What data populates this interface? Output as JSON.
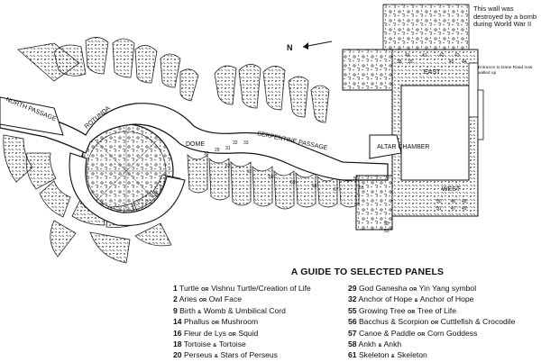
{
  "map": {
    "compass_label": "N",
    "wall_note": "This wall was destroyed by a bomb during World War II",
    "entrance_note": "Entrance to Dane Road now walled up",
    "areas": {
      "north_passage": "NORTH PASSAGE",
      "rotunda": "ROTUNDA",
      "dome": "DOME",
      "serpentine_passage": "SERPENTINE PASSAGE",
      "altar_chamber": "ALTAR CHAMBER",
      "east": "EAST",
      "west": "WEST"
    },
    "panel_numbers": {
      "n40": "40",
      "n41": "41",
      "n42": "42",
      "n43": "43",
      "n44": "44",
      "n38": "38",
      "n39": "39",
      "n45": "45",
      "n29": "29",
      "n30": "30",
      "n31": "31",
      "n32": "32",
      "n33": "33",
      "n50": "50",
      "n51": "51",
      "n52": "52",
      "n53": "53",
      "n56": "56",
      "n55": "55",
      "n57": "57",
      "n58": "58",
      "n59": "59",
      "n60": "60",
      "n61": "61",
      "n62": "62",
      "n46": "46",
      "n47": "47",
      "n48": "48",
      "n49": "49"
    }
  },
  "guide": {
    "title": "A GUIDE TO SELECTED PANELS",
    "left": [
      {
        "num": "1",
        "a": "Turtle",
        "sep": "OR",
        "b": "Vishnu Turtle/Creation of Life"
      },
      {
        "num": "2",
        "a": "Aries",
        "sep": "OR",
        "b": "Owl Face"
      },
      {
        "num": "9",
        "a": "Birth",
        "sep": "&",
        "b": "Womb & Umbilical Cord"
      },
      {
        "num": "14",
        "a": "Phallus",
        "sep": "OR",
        "b": "Mushroom"
      },
      {
        "num": "16",
        "a": "Fleur de Lys",
        "sep": "OR",
        "b": "Squid"
      },
      {
        "num": "18",
        "a": "Tortoise",
        "sep": "&",
        "b": "Tortoise"
      },
      {
        "num": "20",
        "a": "Perseus",
        "sep": "&",
        "b": "Stars of Perseus"
      }
    ],
    "right": [
      {
        "num": "29",
        "a": "God Ganesha",
        "sep": "OR",
        "b": "Yin Yang symbol"
      },
      {
        "num": "32",
        "a": "Anchor of Hope",
        "sep": "&",
        "b": "Anchor of Hope"
      },
      {
        "num": "55",
        "a": "Growing Tree",
        "sep": "OR",
        "b": "Tree of Life"
      },
      {
        "num": "56",
        "a": "Bacchus & Scorpion",
        "sep": "OR",
        "b": "Cuttlefish & Crocodile"
      },
      {
        "num": "57",
        "a": "Canoe & Paddle",
        "sep": "OR",
        "b": "Corn Goddess"
      },
      {
        "num": "58",
        "a": "Ankh",
        "sep": "&",
        "b": "Ankh"
      },
      {
        "num": "61",
        "a": "Skeleton",
        "sep": "&",
        "b": "Skeleton"
      }
    ]
  }
}
